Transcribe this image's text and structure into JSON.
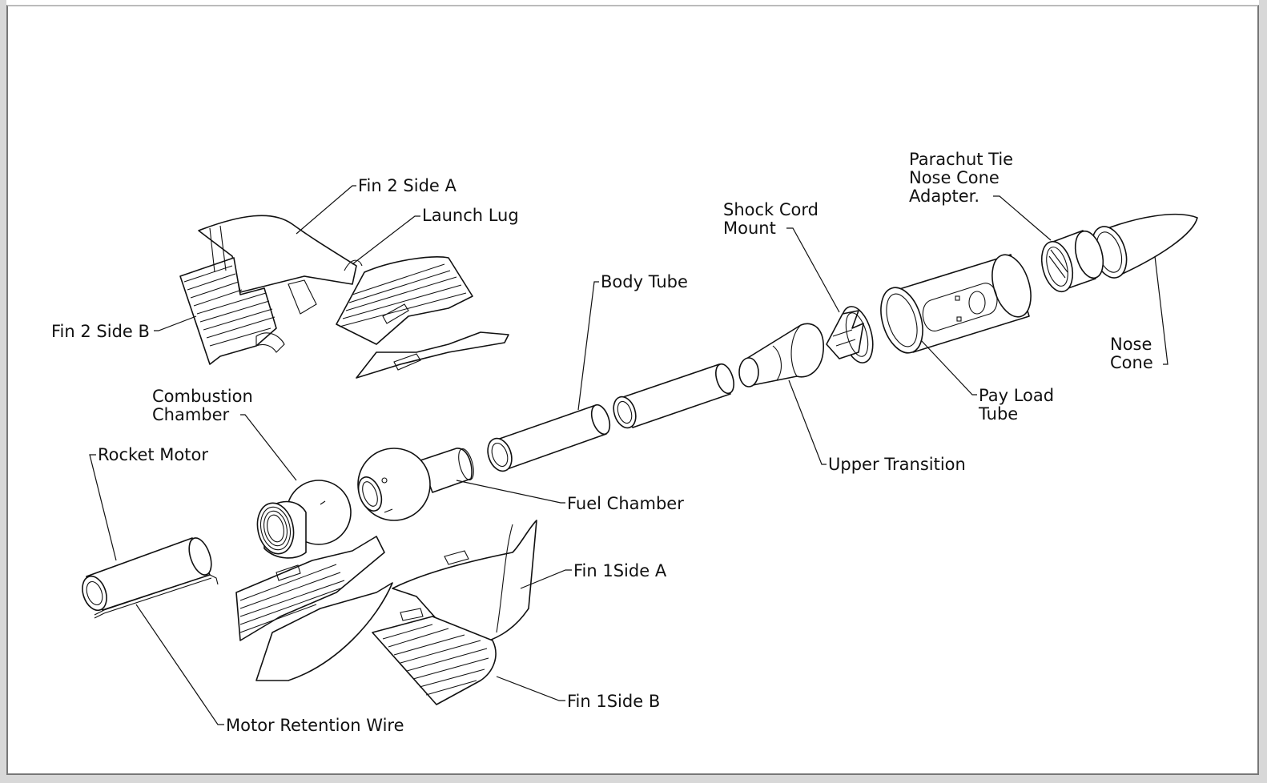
{
  "labels": {
    "fin2_side_a": "Fin 2 Side A",
    "launch_lug": "Launch Lug",
    "fin2_side_b": "Fin 2 Side B",
    "combustion_chamber_1": "Combustion",
    "combustion_chamber_2": "Chamber",
    "rocket_motor": "Rocket Motor",
    "body_tube": "Body Tube",
    "shock_cord_mount_1": "Shock Cord",
    "shock_cord_mount_2": "Mount",
    "parachute_1": "Parachut Tie",
    "parachute_2": "Nose Cone",
    "parachute_3": "Adapter.",
    "nose_cone_1": "Nose",
    "nose_cone_2": "Cone",
    "pay_load_tube_1": "Pay Load",
    "pay_load_tube_2": "Tube",
    "upper_transition": "Upper Transition",
    "fuel_chamber": "Fuel Chamber",
    "fin1_side_a": "Fin 1Side A",
    "fin1_side_b": "Fin 1Side B",
    "motor_retention_wire": "Motor Retention Wire"
  }
}
